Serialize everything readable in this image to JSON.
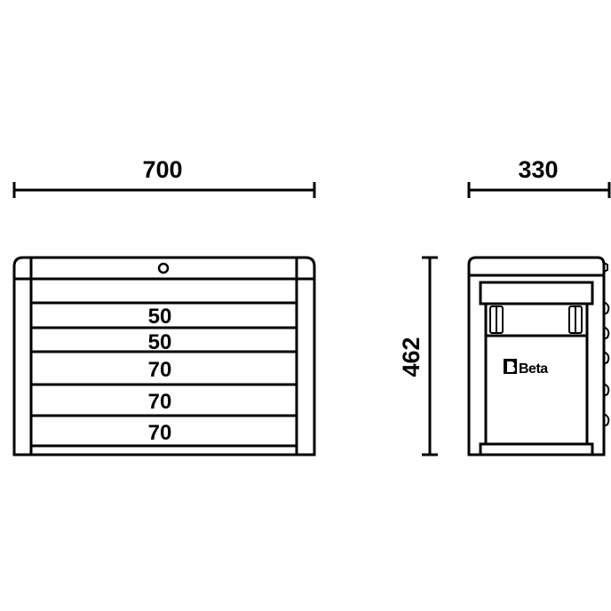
{
  "dimensions": {
    "width": "700",
    "depth": "330",
    "height": "462"
  },
  "front_view": {
    "drawers": [
      "50",
      "50",
      "70",
      "70",
      "70"
    ]
  },
  "side_view": {
    "logo_text": "Beta"
  },
  "colors": {
    "stroke": "#000000",
    "background": "#ffffff"
  }
}
